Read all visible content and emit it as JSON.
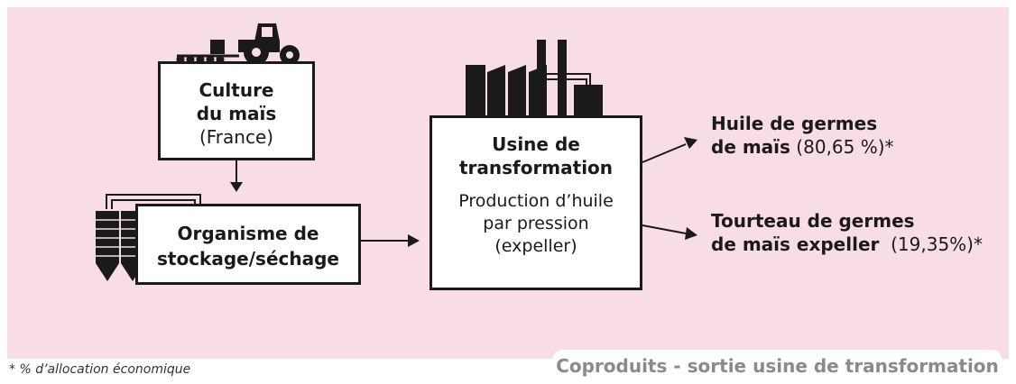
{
  "diagram": {
    "culture": {
      "title_line1": "Culture",
      "title_line2": "du maïs",
      "subtitle": "(France)"
    },
    "organisme": {
      "title_line1": "Organisme de",
      "title_line2": "stockage/séchage"
    },
    "usine": {
      "title_line1": "Usine de",
      "title_line2": "transformation",
      "desc_line1": "Production d’huile",
      "desc_line2": "par pression",
      "desc_line3": "(expeller)"
    },
    "outputs": [
      {
        "line1": "Huile de germes",
        "line2_bold": "de maïs",
        "line2_rest": " (80,65 %)*"
      },
      {
        "line1": "Tourteau de germes",
        "line2_bold": "de maïs expeller",
        "line2_rest": "  (19,35%)*"
      }
    ],
    "footnote": "* % d’allocation économique",
    "footer_label": "Coproduits - sortie usine de transformation",
    "icons": [
      "tractor-icon",
      "silo-icon",
      "factory-icon"
    ],
    "colors": {
      "background": "#f8dce8",
      "ink": "#1a1a1a",
      "footer_text": "#8a8a8a"
    }
  }
}
